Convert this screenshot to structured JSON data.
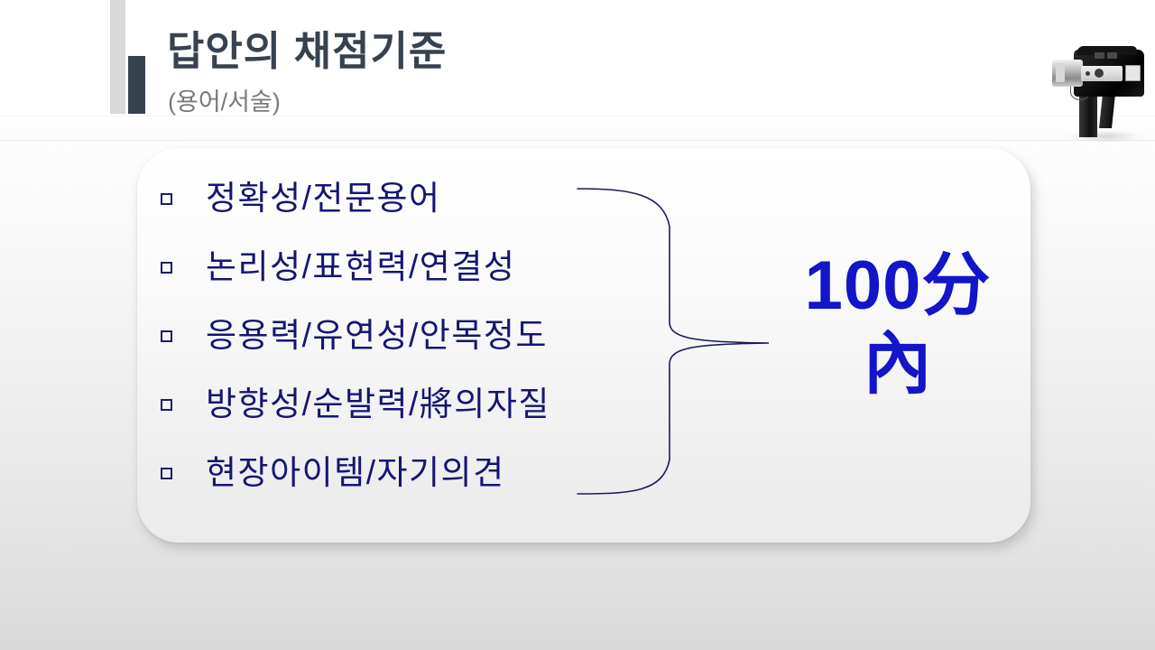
{
  "slide": {
    "header": {
      "title": "답안의 채점기준",
      "subtitle": "(용어/서술)",
      "accent_bar_color": "#37424f",
      "secondary_bar_color": "#d9d9d9",
      "title_color": "#37424f",
      "subtitle_color": "#7a7a7a"
    },
    "decoration": {
      "camera_icon_label": "video-camera"
    },
    "criteria": {
      "bullet_marker": "hollow-square",
      "text_color": "#151573",
      "items": [
        "정확성/전문용어",
        "논리성/표현력/연결성",
        "응용력/유연성/안목정도",
        "방향성/순발력/將의자질",
        "현장아이템/자기의견"
      ]
    },
    "connector": {
      "type": "right-curly-brace",
      "color": "#1a1a5e"
    },
    "score": {
      "line1": "100分",
      "line2": "內",
      "color": "#1414c8"
    },
    "background": {
      "top_color": "#ffffff",
      "bottom_color": "#d9d9d9"
    }
  }
}
